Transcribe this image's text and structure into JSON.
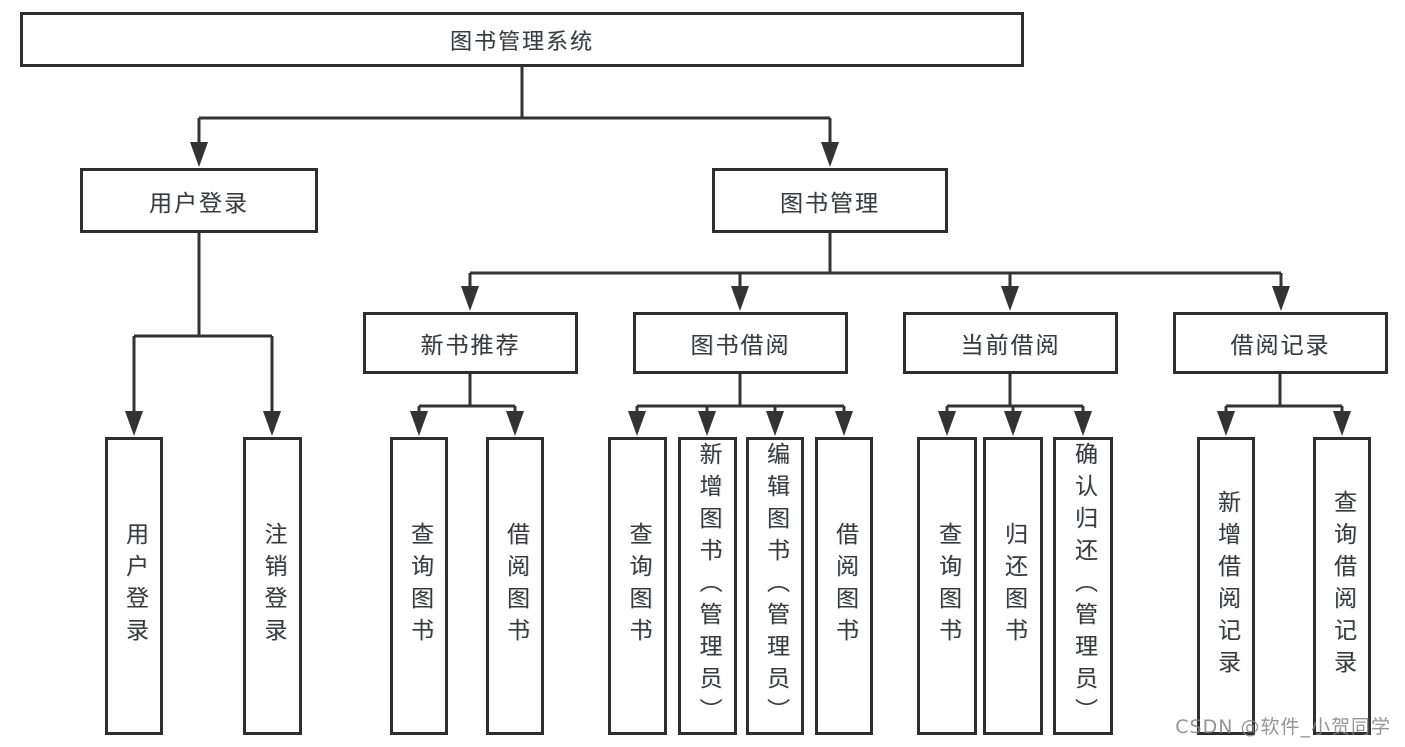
{
  "diagram": {
    "root": {
      "label": "图书管理系统"
    },
    "level2": [
      {
        "label": "用户登录"
      },
      {
        "label": "图书管理"
      }
    ],
    "level3": [
      {
        "label": "新书推荐"
      },
      {
        "label": "图书借阅"
      },
      {
        "label": "当前借阅"
      },
      {
        "label": "借阅记录"
      }
    ],
    "leaves": {
      "user_login": [
        "用户登录",
        "注销登录"
      ],
      "new_book": [
        "查询图书",
        "借阅图书"
      ],
      "book_borrow": [
        "查询图书",
        "新增图书（管理员）",
        "编辑图书（管理员）",
        "借阅图书"
      ],
      "current_borrow": [
        "查询图书",
        "归还图书",
        "确认归还（管理员）"
      ],
      "borrow_records": [
        "新增借阅记录",
        "查询借阅记录"
      ]
    }
  },
  "watermark": {
    "text": "CSDN @软件_小贺同学"
  },
  "colors": {
    "line": "#333333",
    "border": "#2e2e2e",
    "text": "#3a3a3a",
    "background": "#ffffff",
    "watermark": "#828282"
  }
}
